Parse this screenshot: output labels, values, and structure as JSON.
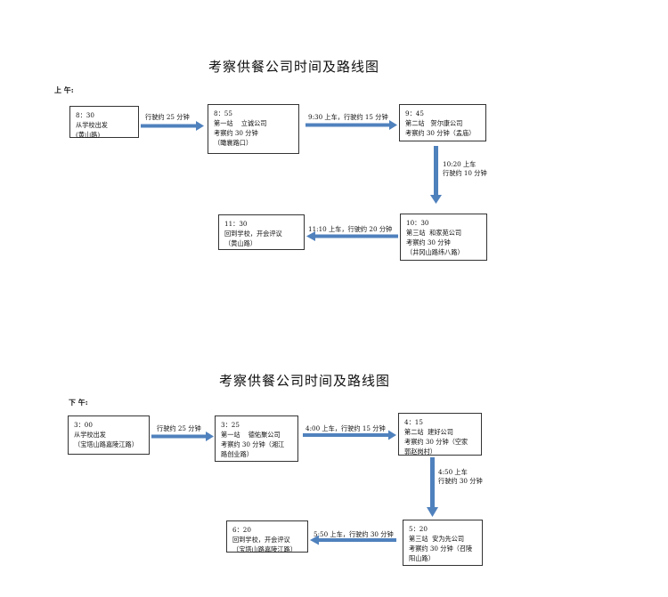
{
  "diagrams": [
    {
      "title": "考察供餐公司时间及路线图",
      "period": "上 午:",
      "boxes": [
        {
          "lines": [
            "8：30",
            "从学校出发",
            "(黄山路)"
          ]
        },
        {
          "lines": [
            "8：55",
            "第一站    立诚公司",
            "考察约 30 分钟",
            "（瞰襄路口）"
          ]
        },
        {
          "lines": [
            "9：45",
            "第二站   贺尔康公司",
            "考察约 30 分钟（孟庙）"
          ]
        },
        {
          "lines": [
            "10：30",
            "第三站  和家苑公司",
            "考察约 30 分钟",
            "（井冈山路纬八路）"
          ]
        },
        {
          "lines": [
            "11：30",
            "回到学校，开会评议",
            "（黄山路）"
          ]
        }
      ],
      "arrows": [
        {
          "lines": [
            "行驶约 25 分钟"
          ]
        },
        {
          "lines": [
            "9:30 上车，行驶约 15 分钟"
          ]
        },
        {
          "lines": [
            "10:20 上车",
            "行驶约 10 分钟"
          ]
        },
        {
          "lines": [
            "11:10 上车，行驶约 20 分钟"
          ]
        }
      ]
    },
    {
      "title": "考察供餐公司时间及路线图",
      "period": "下 午:",
      "boxes": [
        {
          "lines": [
            "3：00",
            "从学校出发",
            "（宝塔山路嘉陵江路）"
          ]
        },
        {
          "lines": [
            "3：25",
            "第一站    德佑聚公司",
            "考察约 30 分钟（湘江",
            "路创业路）"
          ]
        },
        {
          "lines": [
            "4：15",
            "第二站  建好公司",
            "考察约 30 分钟（空家",
            "郭赵岗村）"
          ]
        },
        {
          "lines": [
            "5：20",
            "第三站  安为先公司",
            "考察约 30 分钟（召陵",
            "阳山路）"
          ]
        },
        {
          "lines": [
            "6：20",
            "回到学校，开会评议",
            "（宝塔山路嘉陵江路）"
          ]
        }
      ],
      "arrows": [
        {
          "lines": [
            "行驶约 25 分钟"
          ]
        },
        {
          "lines": [
            "4:00 上车，行驶约 15 分钟"
          ]
        },
        {
          "lines": [
            "4:50 上车",
            "行驶约 30 分钟"
          ]
        },
        {
          "lines": [
            "5:50 上车，行驶约 30 分钟"
          ]
        }
      ]
    }
  ],
  "colors": {
    "arrow": "#4f81bd",
    "box_border": "#333333"
  }
}
